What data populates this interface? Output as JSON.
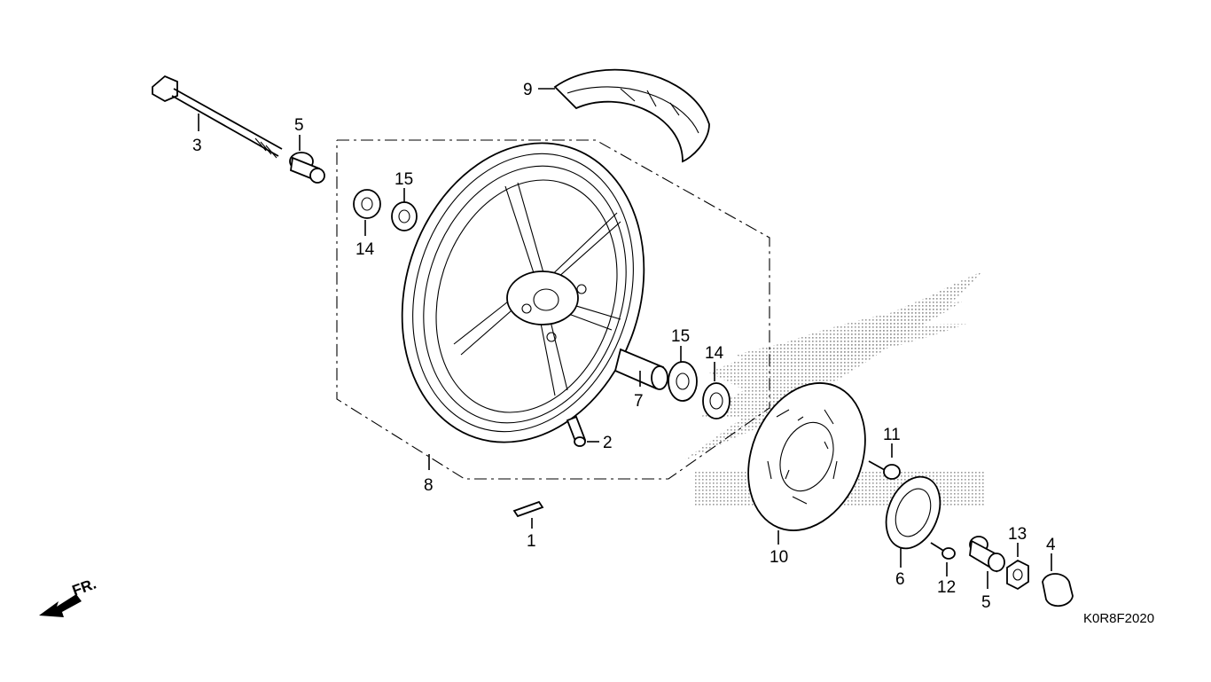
{
  "diagram": {
    "code": "K0R8F2020",
    "direction_label": "FR.",
    "callouts": [
      {
        "id": "axle-bolt",
        "number": "3"
      },
      {
        "id": "side-collar-left",
        "number": "5"
      },
      {
        "id": "side-collar-right",
        "number": "5"
      },
      {
        "id": "dust-seal-left",
        "number": "15"
      },
      {
        "id": "dust-seal-right",
        "number": "15"
      },
      {
        "id": "bearing-left",
        "number": "14"
      },
      {
        "id": "bearing-right",
        "number": "14"
      },
      {
        "id": "tire",
        "number": "9"
      },
      {
        "id": "distance-collar",
        "number": "7"
      },
      {
        "id": "valve",
        "number": "2"
      },
      {
        "id": "wheel-assembly",
        "number": "8"
      },
      {
        "id": "weight",
        "number": "1"
      },
      {
        "id": "brake-disc",
        "number": "10"
      },
      {
        "id": "disc-bolt",
        "number": "11"
      },
      {
        "id": "pulser-ring",
        "number": "6"
      },
      {
        "id": "pulser-bolt",
        "number": "12"
      },
      {
        "id": "axle-nut",
        "number": "13"
      },
      {
        "id": "nut-cap",
        "number": "4"
      }
    ]
  }
}
